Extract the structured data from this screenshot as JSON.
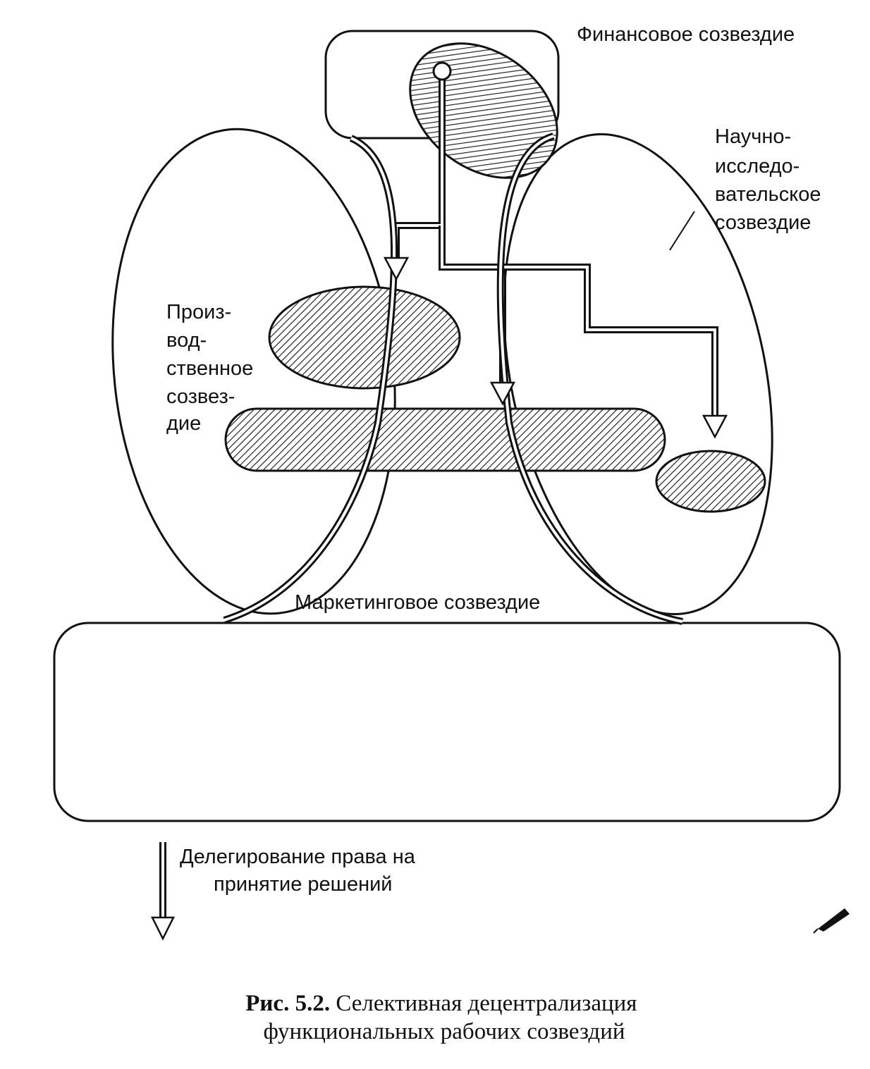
{
  "labels": {
    "financial": "Финансовое созвездие",
    "research": [
      "Научно-",
      "исследо-",
      "вательское",
      "созвездие"
    ],
    "production": [
      "Произ-",
      "вод-",
      "ственное",
      "созвез-",
      "дие"
    ],
    "marketing": "Маркетинговое созвездие",
    "delegation": [
      "Делегирование права на",
      "принятие решений"
    ]
  },
  "caption": {
    "label": "Рис. 5.2.",
    "text_line1": "Селективная децентрализация",
    "text_line2": "функциональных рабочих созвездий"
  }
}
